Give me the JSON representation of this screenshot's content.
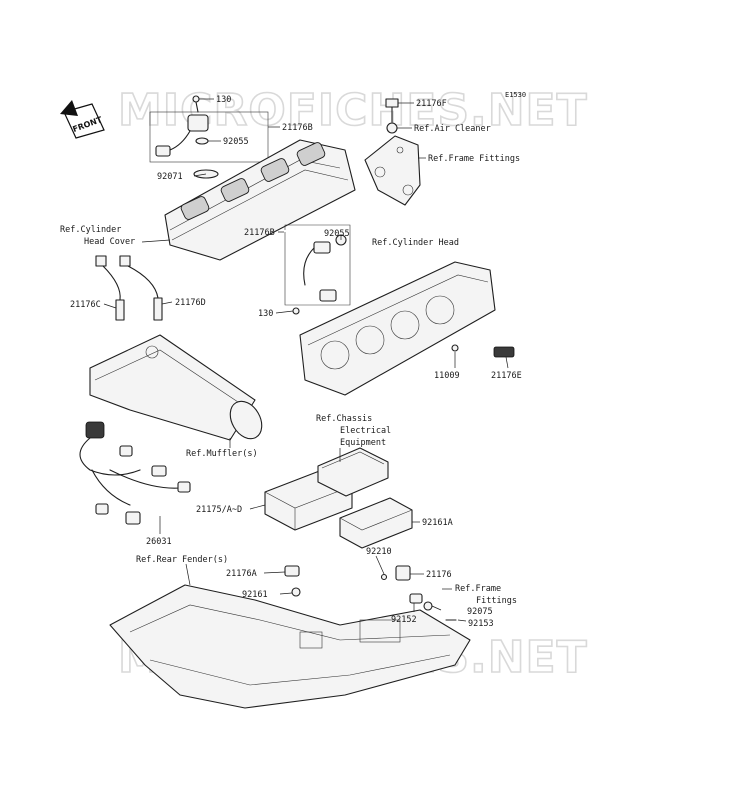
{
  "diagram": {
    "code": "E1530",
    "watermark_text": "MICROFICHES.NET",
    "front_badge": "FRONT",
    "callouts": [
      {
        "key": "c130_top",
        "text": "130"
      },
      {
        "key": "c21176F",
        "text": "21176F"
      },
      {
        "key": "c21176B_top",
        "text": "21176B"
      },
      {
        "key": "c92055_top",
        "text": "92055"
      },
      {
        "key": "c92071",
        "text": "92071"
      },
      {
        "key": "cRefAirCleaner",
        "text": "Ref.Air Cleaner"
      },
      {
        "key": "cRefFrameFittings_top",
        "text": "Ref.Frame Fittings"
      },
      {
        "key": "cRefCylHeadCover1",
        "text": "Ref.Cylinder"
      },
      {
        "key": "cRefCylHeadCover2",
        "text": "Head Cover"
      },
      {
        "key": "c92055_mid",
        "text": "92055"
      },
      {
        "key": "cRefCylHead",
        "text": "Ref.Cylinder Head"
      },
      {
        "key": "c21176B_mid",
        "text": "21176B"
      },
      {
        "key": "c21176C",
        "text": "21176C"
      },
      {
        "key": "c21176D",
        "text": "21176D"
      },
      {
        "key": "c130_mid",
        "text": "130"
      },
      {
        "key": "c11009",
        "text": "11009"
      },
      {
        "key": "c21176E",
        "text": "21176E"
      },
      {
        "key": "cRefMuffler",
        "text": "Ref.Muffler(s)"
      },
      {
        "key": "cRefChassis1",
        "text": "Ref.Chassis"
      },
      {
        "key": "cRefChassis2",
        "text": "Electrical"
      },
      {
        "key": "cRefChassis3",
        "text": "Equipment"
      },
      {
        "key": "c21175",
        "text": "21175/A~D"
      },
      {
        "key": "c92161A",
        "text": "92161A"
      },
      {
        "key": "c26031",
        "text": "26031"
      },
      {
        "key": "cRefRearFender",
        "text": "Ref.Rear Fender(s)"
      },
      {
        "key": "c92210",
        "text": "92210"
      },
      {
        "key": "c21176A",
        "text": "21176A"
      },
      {
        "key": "c21176",
        "text": "21176"
      },
      {
        "key": "cRefFrameFittings_bot1",
        "text": "Ref.Frame"
      },
      {
        "key": "cRefFrameFittings_bot2",
        "text": "Fittings"
      },
      {
        "key": "c92161",
        "text": "92161"
      },
      {
        "key": "c92075",
        "text": "92075"
      },
      {
        "key": "c92152",
        "text": "92152"
      },
      {
        "key": "c92153",
        "text": "92153"
      }
    ]
  }
}
